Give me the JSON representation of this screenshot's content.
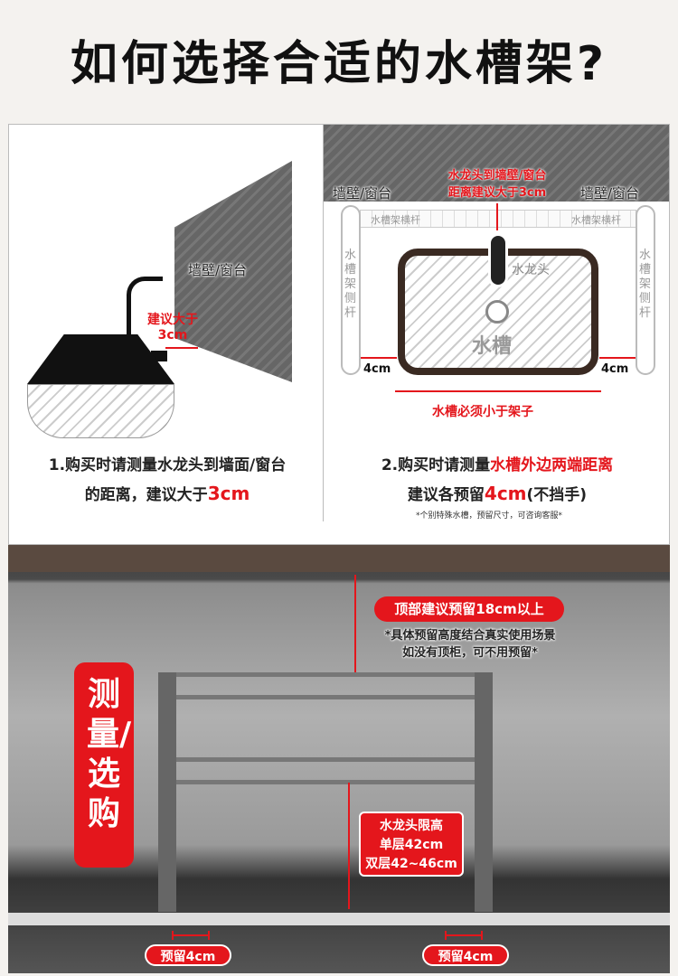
{
  "title": "如何选择合适的水槽架?",
  "left_panel": {
    "wall_label": "墙壁/窗台",
    "distance_label_line1": "建议大于",
    "distance_label_line2": "3cm",
    "caption_line1": "1.购买时请测量水龙头到墙面/窗台",
    "caption_line2_prefix": "的距离，建议大于",
    "caption_line2_highlight": "3cm"
  },
  "right_panel": {
    "wall_left": "墙壁/窗台",
    "wall_right": "墙壁/窗台",
    "faucet_note_line1": "水龙头到墙壁/窗台",
    "faucet_note_line2": "距离建议大于3cm",
    "crossbar_left": "水槽架横杆",
    "crossbar_right": "水槽架横杆",
    "side_bar": "水槽架侧杆",
    "faucet": "水龙头",
    "sink": "水槽",
    "gap_left": "4cm",
    "gap_right": "4cm",
    "sink_note": "水槽必须小于架子",
    "caption_line1_prefix": "2.购买时请测量",
    "caption_line1_highlight": "水槽外边两端距离",
    "caption_line2_prefix": "建议各预留",
    "caption_line2_highlight": "4cm",
    "caption_line2_suffix": "(不挡手)",
    "footnote": "*个别特殊水槽，预留尺寸，可咨询客服*"
  },
  "photo": {
    "side_badge": "测量/选购",
    "top_pill": "顶部建议预留18cm以上",
    "top_note_line1": "*具体预留高度结合真实使用场景",
    "top_note_line2": "如没有顶柜，可不用预留*",
    "faucet_box_line1": "水龙头限高",
    "faucet_box_line2": "单层42cm",
    "faucet_box_line3": "双层42~46cm",
    "reserve_left": "预留4cm",
    "reserve_right": "预留4cm"
  },
  "colors": {
    "accent": "#e4161c"
  }
}
